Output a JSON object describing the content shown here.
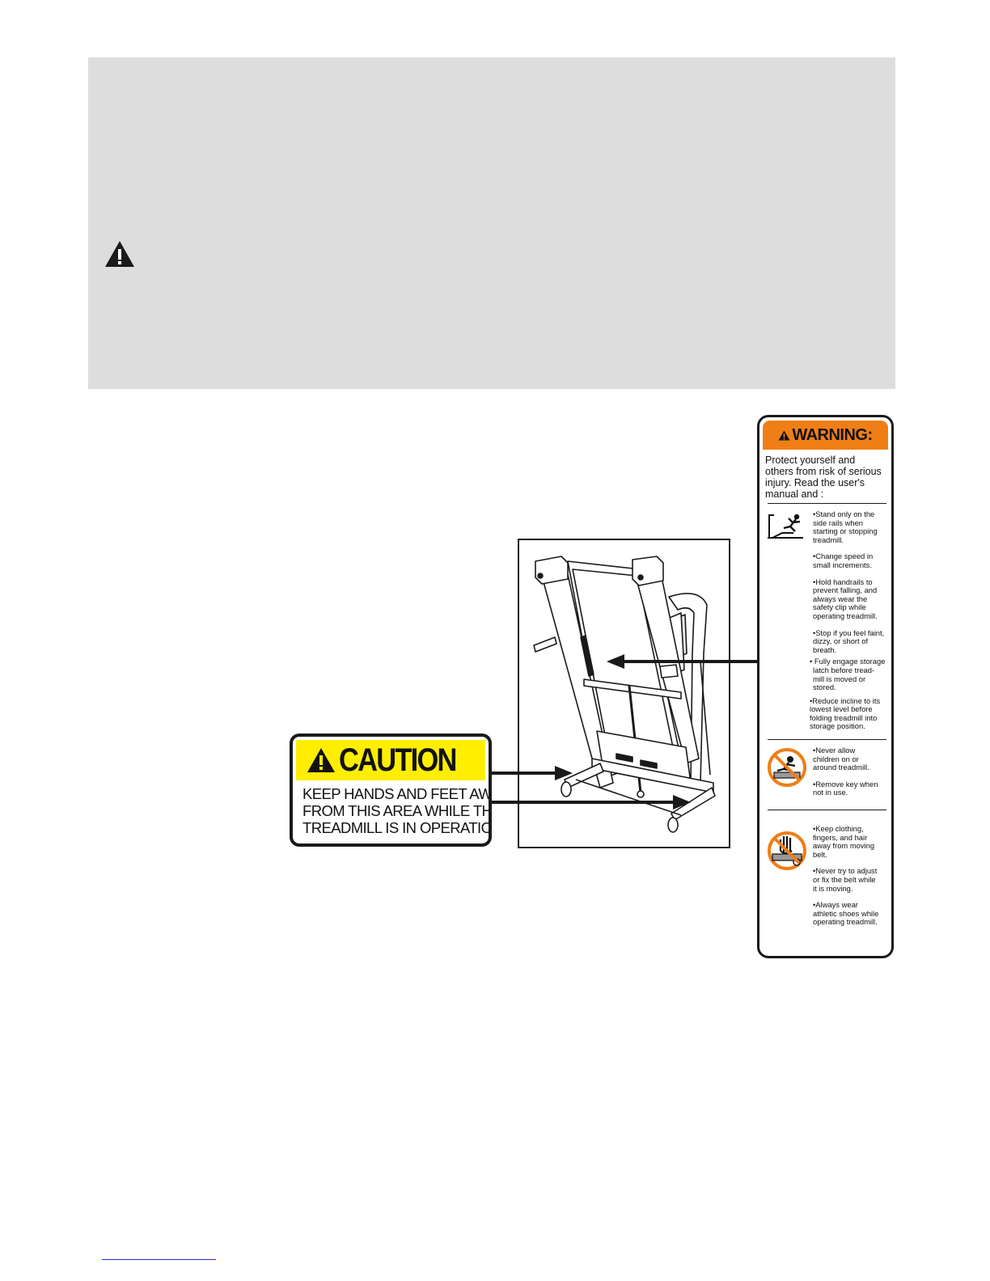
{
  "page": {
    "warning_symbol": "warning-triangle-icon"
  },
  "caution_decal": {
    "title": "CAUTION",
    "lines": [
      "KEEP HANDS AND FEET AWAY",
      "FROM THIS AREA WHILE THE",
      "TREADMILL IS IN OPERATION."
    ],
    "colors": {
      "header": "#ffee00",
      "border": "#1a1a1a"
    }
  },
  "warning_decal": {
    "title": "WARNING:",
    "intro_lines": [
      "Protect yourself and",
      "others from risk of serious",
      "injury.  Read the user's",
      "manual and :"
    ],
    "colors": {
      "header": "#f07e16",
      "prohibit": "#f07e16"
    },
    "sections": [
      {
        "icon": "stand-on-side-rails-icon",
        "items": [
          [
            "•Stand only on the",
            "side rails when",
            "starting or stopping",
            "treadmill."
          ],
          [
            "•Change speed in",
            "small increments."
          ],
          [
            "•Hold handrails to",
            "prevent falling, and",
            "always wear the",
            "safety clip while",
            "operating treadmill."
          ],
          [
            "•Stop if you feel faint,",
            "dizzy, or short of",
            "breath."
          ],
          [
            "• Fully engage storage",
            "latch  before tread-",
            "mill  is moved or",
            "stored."
          ],
          [
            "•Reduce incline to its",
            "lowest level before",
            "folding treadmill into",
            "storage position."
          ]
        ]
      },
      {
        "icon": "no-children-icon",
        "items": [
          [
            "•Never allow",
            "children on or",
            "around treadmill."
          ],
          [
            "•Remove key when",
            "not in use."
          ]
        ]
      },
      {
        "icon": "no-hands-near-belt-icon",
        "items": [
          [
            "•Keep clothing,",
            "fingers, and hair",
            "away from moving",
            "belt."
          ],
          [
            "•Never try to adjust",
            "or fix the belt while",
            "it is moving."
          ],
          [
            "•Always wear",
            "athletic shoes while",
            "operating treadmill."
          ]
        ]
      }
    ]
  }
}
